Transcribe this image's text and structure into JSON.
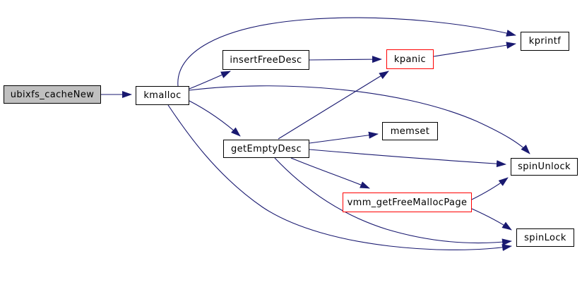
{
  "diagram": {
    "type": "call-graph",
    "background_color": "#ffffff",
    "edge_color": "#191970",
    "node_border_color": "#000000",
    "highlight_border_color": "#ff0000",
    "root_fill_color": "#c0c0c0",
    "node_fill_color": "#ffffff",
    "text_color": "#000000"
  },
  "nodes": [
    {
      "id": "ubixfs_cacheNew",
      "label": "ubixfs_cacheNew",
      "style": "root"
    },
    {
      "id": "kmalloc",
      "label": "kmalloc",
      "style": "normal"
    },
    {
      "id": "insertFreeDesc",
      "label": "insertFreeDesc",
      "style": "normal"
    },
    {
      "id": "kpanic",
      "label": "kpanic",
      "style": "highlight"
    },
    {
      "id": "kprintf",
      "label": "kprintf",
      "style": "normal"
    },
    {
      "id": "memset",
      "label": "memset",
      "style": "normal"
    },
    {
      "id": "getEmptyDesc",
      "label": "getEmptyDesc",
      "style": "normal"
    },
    {
      "id": "spinUnlock",
      "label": "spinUnlock",
      "style": "normal"
    },
    {
      "id": "vmm_getFreeMallocPage",
      "label": "vmm_getFreeMallocPage",
      "style": "highlight"
    },
    {
      "id": "spinLock",
      "label": "spinLock",
      "style": "normal"
    }
  ],
  "edges": [
    {
      "from": "ubixfs_cacheNew",
      "to": "kmalloc"
    },
    {
      "from": "kmalloc",
      "to": "insertFreeDesc"
    },
    {
      "from": "kmalloc",
      "to": "kprintf"
    },
    {
      "from": "kmalloc",
      "to": "getEmptyDesc"
    },
    {
      "from": "kmalloc",
      "to": "spinUnlock"
    },
    {
      "from": "kmalloc",
      "to": "spinLock"
    },
    {
      "from": "insertFreeDesc",
      "to": "kpanic"
    },
    {
      "from": "kpanic",
      "to": "kprintf"
    },
    {
      "from": "getEmptyDesc",
      "to": "kpanic"
    },
    {
      "from": "getEmptyDesc",
      "to": "memset"
    },
    {
      "from": "getEmptyDesc",
      "to": "spinUnlock"
    },
    {
      "from": "getEmptyDesc",
      "to": "vmm_getFreeMallocPage"
    },
    {
      "from": "getEmptyDesc",
      "to": "spinLock"
    },
    {
      "from": "vmm_getFreeMallocPage",
      "to": "spinUnlock"
    },
    {
      "from": "vmm_getFreeMallocPage",
      "to": "spinLock"
    }
  ]
}
